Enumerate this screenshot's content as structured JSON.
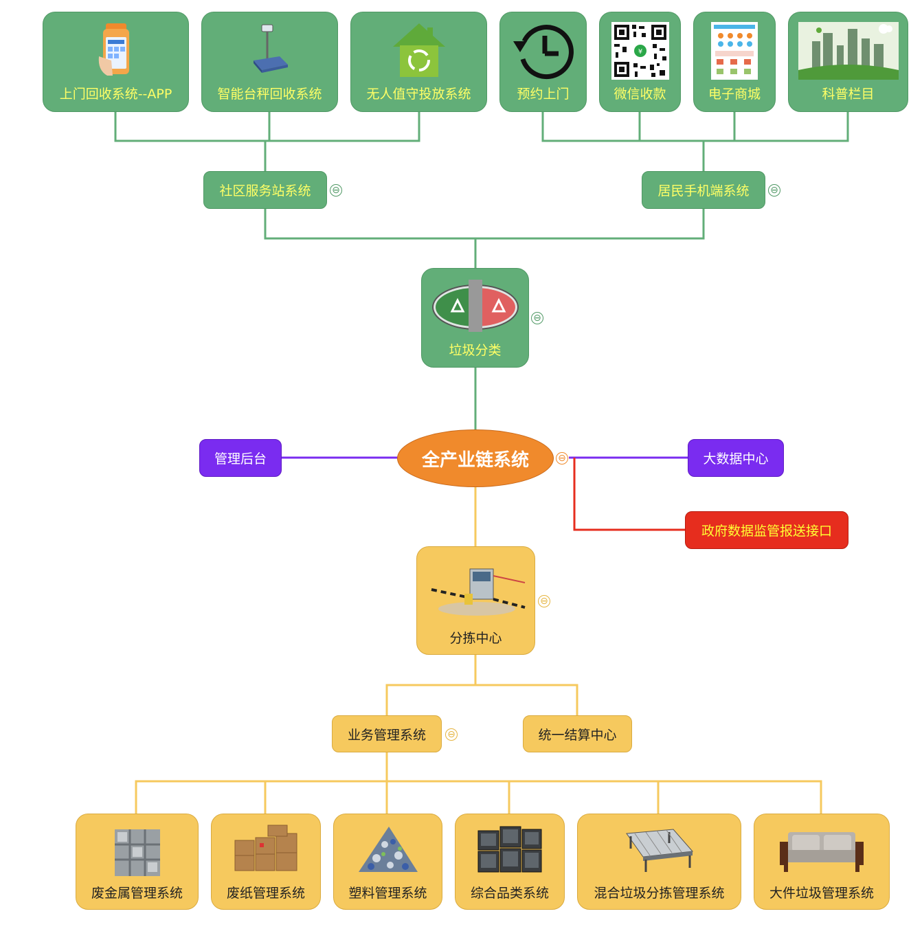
{
  "colors": {
    "green": "#62ae78",
    "yellow": "#f6c95e",
    "purple": "#7a2cf0",
    "red": "#e62d1e",
    "orange": "#f08a2c",
    "green_line": "#62ae78",
    "yellow_line": "#f6c95e",
    "purple_line": "#7a2cf0",
    "red_line": "#e62d1e"
  },
  "top_apps": [
    {
      "label": "上门回收系统--APP",
      "icon": "phone-pos-icon"
    },
    {
      "label": "智能台秤回收系统",
      "icon": "scale-icon"
    },
    {
      "label": "无人值守投放系统",
      "icon": "recycle-house-icon"
    },
    {
      "label": "预约上门",
      "icon": "clock-history-icon"
    },
    {
      "label": "微信收款",
      "icon": "qr-code-icon"
    },
    {
      "label": "电子商城",
      "icon": "mall-app-icon"
    },
    {
      "label": "科普栏目",
      "icon": "green-city-icon"
    }
  ],
  "community_station": {
    "label": "社区服务站系统"
  },
  "resident_mobile": {
    "label": "居民手机端系统"
  },
  "garbage_sort": {
    "label": "垃圾分类",
    "icon": "recycle-badge-icon"
  },
  "central": {
    "label": "全产业链系统"
  },
  "admin": {
    "label": "管理后台"
  },
  "bigdata": {
    "label": "大数据中心"
  },
  "gov": {
    "label": "政府数据监管报送接口"
  },
  "sorting_center": {
    "label": "分拣中心",
    "icon": "sorting-gate-icon"
  },
  "business_mgmt": {
    "label": "业务管理系统"
  },
  "settlement": {
    "label": "统一结算中心"
  },
  "bottom_systems": [
    {
      "label": "废金属管理系统",
      "icon": "metal-bale-icon"
    },
    {
      "label": "废纸管理系统",
      "icon": "paper-bale-icon"
    },
    {
      "label": "塑料管理系统",
      "icon": "plastic-pile-icon"
    },
    {
      "label": "综合品类系统",
      "icon": "tv-stack-icon"
    },
    {
      "label": "混合垃圾分拣管理系统",
      "icon": "conveyor-icon"
    },
    {
      "label": "大件垃圾管理系统",
      "icon": "sofa-icon"
    }
  ],
  "collapse_symbol": "⊖"
}
